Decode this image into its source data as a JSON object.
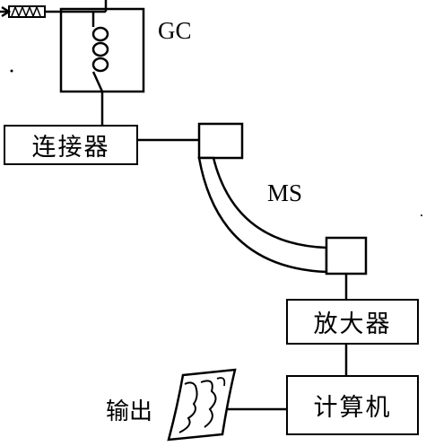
{
  "labels": {
    "gc": "GC",
    "ms": "MS",
    "connector": "连接器",
    "amplifier": "放大器",
    "computer": "计算机",
    "output": "输出"
  }
}
